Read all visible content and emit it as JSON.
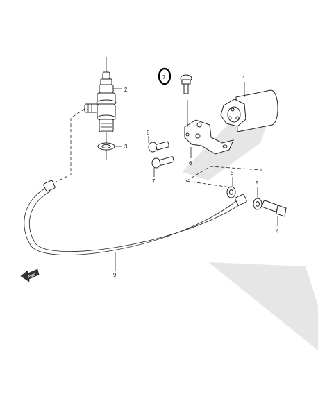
{
  "callouts": {
    "p1": "1",
    "p2": "2",
    "p3": "3",
    "p4": "4",
    "p5a": "5",
    "p5b": "5",
    "p6": "6",
    "p7": "7",
    "p8": "8",
    "p9": "9",
    "marker": "7"
  },
  "direction_tag": "FWD",
  "colors": {
    "line": "#222222",
    "watermark": "#e6e6e6",
    "background": "#ffffff"
  }
}
